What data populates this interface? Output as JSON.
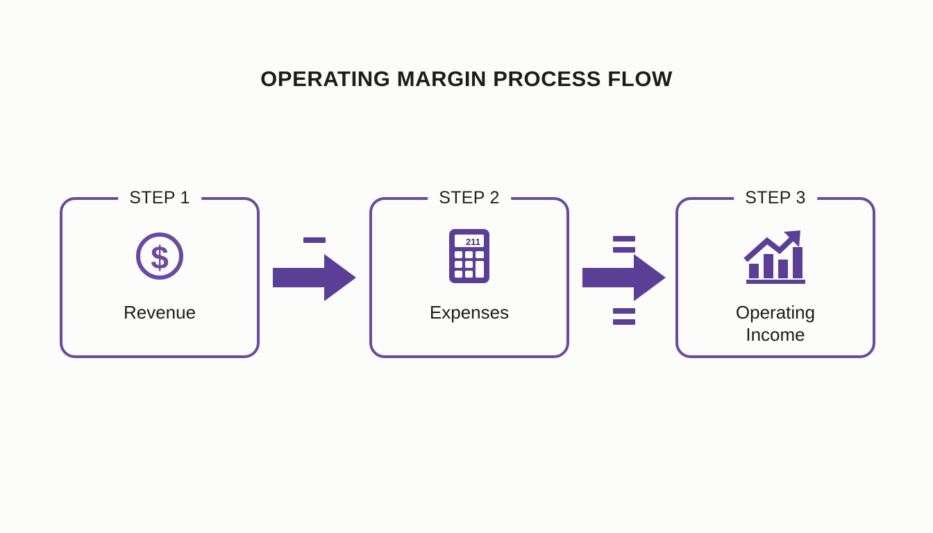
{
  "page": {
    "title": "OPERATING MARGIN PROCESS FLOW",
    "background_color": "#fcfcfb",
    "accent_color": "#6b4a9e",
    "arrow_color": "#5b3e96",
    "text_color": "#1a1a1a"
  },
  "flow": {
    "steps": [
      {
        "badge": "STEP 1",
        "label": "Revenue",
        "icon": "dollar-circle-icon"
      },
      {
        "badge": "STEP 2",
        "label": "Expenses",
        "icon": "calculator-icon",
        "icon_display_value": "211"
      },
      {
        "badge": "STEP 3",
        "label": "Operating\nIncome",
        "label_line1": "Operating",
        "label_line2": "Income",
        "icon": "growth-bar-chart-icon"
      }
    ],
    "connectors": [
      {
        "icon": "arrow-right-icon",
        "operator_top": "minus",
        "operator_bottom": null
      },
      {
        "icon": "arrow-right-icon",
        "operator_top": "equals",
        "operator_bottom": "equals"
      }
    ]
  }
}
